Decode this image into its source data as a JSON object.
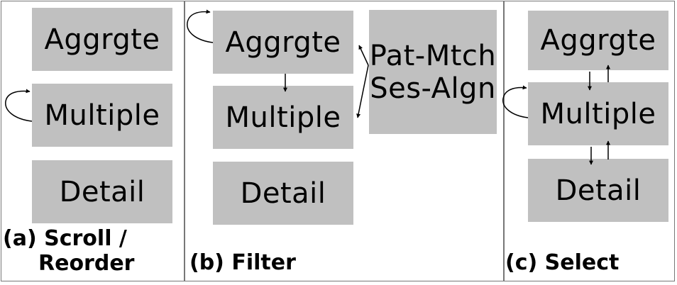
{
  "panel_a": {
    "boxes": {
      "aggregate": "Aggrgte",
      "multiple": "Multiple",
      "detail": "Detail"
    },
    "caption_line1": "(a) Scroll /",
    "caption_line2": "Reorder"
  },
  "panel_b": {
    "boxes": {
      "aggregate": "Aggrgte",
      "multiple": "Multiple",
      "detail": "Detail",
      "side_line1": "Pat-Mtch",
      "side_line2": "Ses-Algn"
    },
    "caption": "(b) Filter"
  },
  "panel_c": {
    "boxes": {
      "aggregate": "Aggrgte",
      "multiple": "Multiple",
      "detail": "Detail"
    },
    "caption": "(c) Select"
  },
  "colors": {
    "box_fill": "#c0c0c0",
    "border": "#777777",
    "text": "#000000"
  }
}
